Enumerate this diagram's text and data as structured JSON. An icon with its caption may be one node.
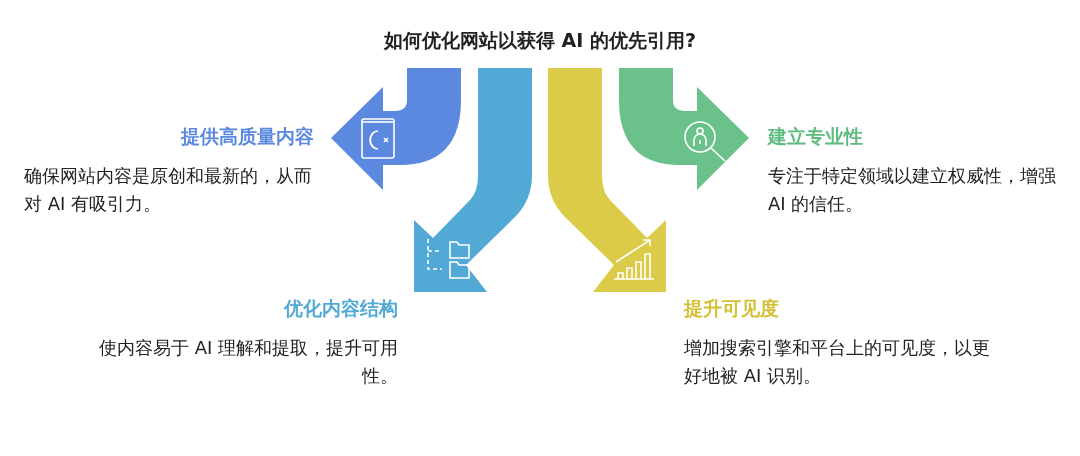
{
  "diagram": {
    "title": "如何优化网站以获得 AI 的优先引用?",
    "nodes": [
      {
        "text": [
          "提供高质量内容",
          "确保网站内容是原创和最新的，从而对 AI 有吸引力。"
        ]
      },
      {
        "text": [
          "优化内容结构",
          "使内容易于 AI 理解和提取，提升可用性。"
        ]
      },
      {
        "text": [
          "提升可见度",
          "增加搜索引擎和平台上的可见度，以更好地被 AI 识别。"
        ]
      },
      {
        "text": [
          "建立专业性",
          "专注于特定领域以建立权威性，增强 AI 的信任。"
        ]
      }
    ]
  }
}
